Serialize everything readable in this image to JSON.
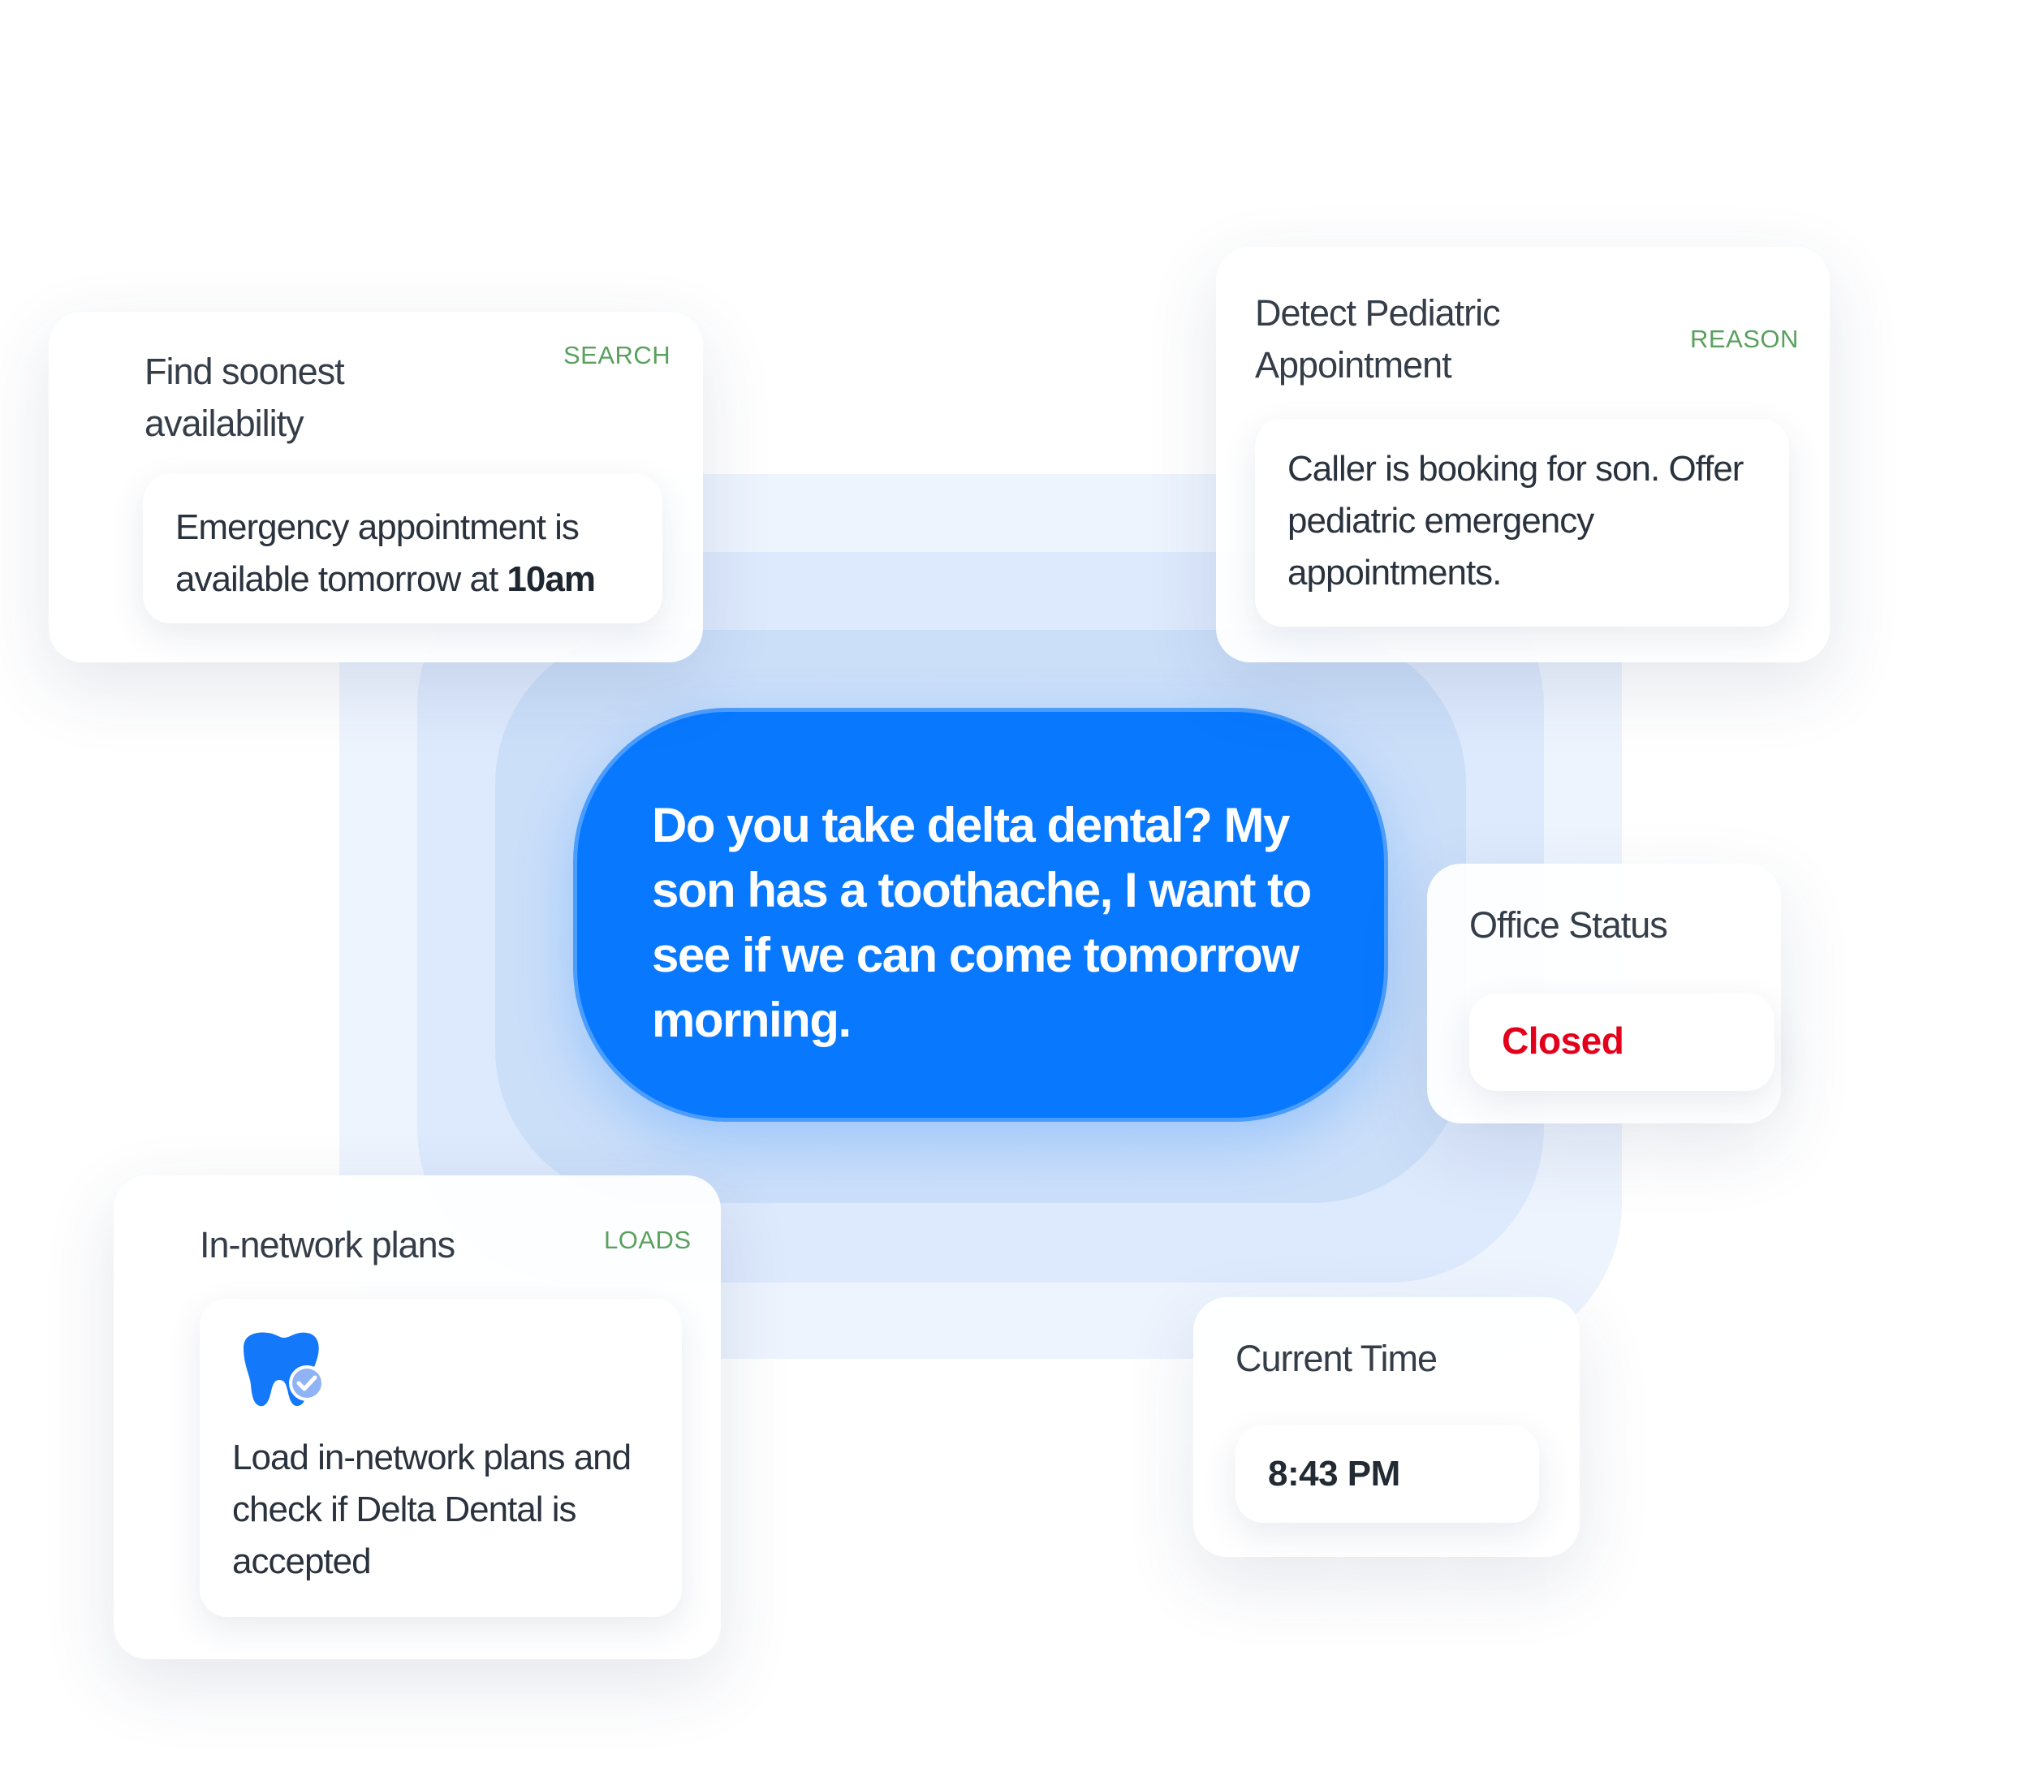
{
  "caller_message": "Do you take delta dental? My son has a toothache, I want to see if we can come tomorrow morning.",
  "search_card": {
    "title": "Find soonest availability",
    "tag": "SEARCH",
    "result_prefix": "Emergency appointment is available tomorrow at ",
    "result_highlight": "10am"
  },
  "reason_card": {
    "title": "Detect Pediatric Appointment",
    "tag": "REASON",
    "result": "Caller is booking for son. Offer pediatric emergency appointments."
  },
  "office_status_card": {
    "title": "Office Status",
    "value": "Closed",
    "value_color": "#e3001b"
  },
  "plans_card": {
    "title": "In-network plans",
    "tag": "LOADS",
    "icon": "tooth-check-icon",
    "result": "Load in-network plans and check if Delta Dental is accepted"
  },
  "time_card": {
    "title": "Current Time",
    "value": "8:43 PM"
  },
  "colors": {
    "accent_blue": "#0878fe",
    "tag_green": "#5aa05e"
  }
}
